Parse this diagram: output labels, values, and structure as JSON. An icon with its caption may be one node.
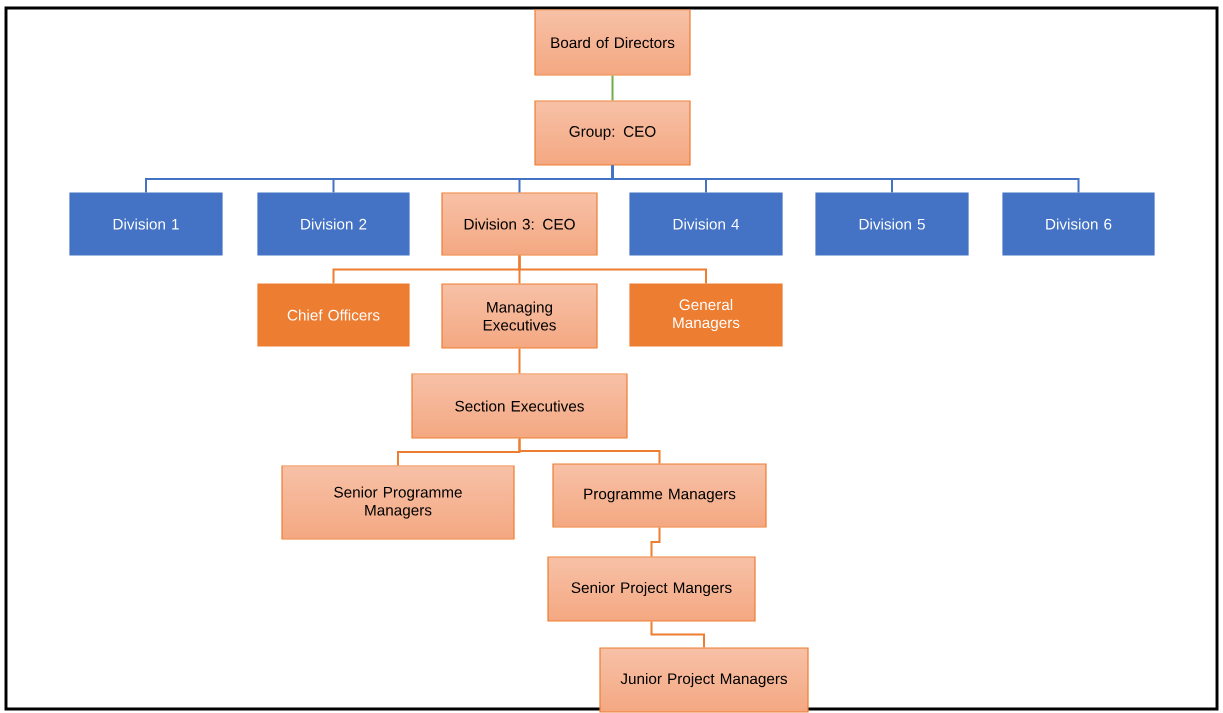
{
  "diagram": {
    "nodes": [
      {
        "text": [
          "Board of Directors"
        ]
      },
      {
        "text": [
          "Group: CEO"
        ]
      },
      {
        "text": [
          "Division 1"
        ]
      },
      {
        "text": [
          "Division 2"
        ]
      },
      {
        "text": [
          "Division 3: CEO"
        ]
      },
      {
        "text": [
          "Division 4"
        ]
      },
      {
        "text": [
          "Division 5"
        ]
      },
      {
        "text": [
          "Division 6"
        ]
      },
      {
        "text": [
          "Chief Officers"
        ]
      },
      {
        "text": [
          "Managing Executives"
        ]
      },
      {
        "text": [
          "General Managers"
        ]
      },
      {
        "text": [
          "Section Executives"
        ]
      },
      {
        "text": [
          "Senior Programme Managers"
        ]
      },
      {
        "text": [
          "Programme Managers"
        ]
      },
      {
        "text": [
          "Senior Project Mangers"
        ]
      },
      {
        "text": [
          "Junior Project Managers"
        ]
      }
    ],
    "edges": [
      {
        "from": 0,
        "to": 1,
        "arrow": "none",
        "color": "#70ad47"
      },
      {
        "from": 1,
        "to": 2,
        "arrow": "none",
        "color": "#4472c4"
      },
      {
        "from": 1,
        "to": 3,
        "arrow": "none",
        "color": "#4472c4"
      },
      {
        "from": 1,
        "to": 4,
        "arrow": "none",
        "color": "#4472c4"
      },
      {
        "from": 1,
        "to": 5,
        "arrow": "none",
        "color": "#4472c4"
      },
      {
        "from": 1,
        "to": 6,
        "arrow": "none",
        "color": "#4472c4"
      },
      {
        "from": 1,
        "to": 7,
        "arrow": "none",
        "color": "#4472c4"
      },
      {
        "from": 4,
        "to": 8,
        "arrow": "none"
      },
      {
        "from": 4,
        "to": 9,
        "arrow": "none"
      },
      {
        "from": 4,
        "to": 10,
        "arrow": "none"
      },
      {
        "from": 9,
        "to": 11,
        "arrow": "none"
      },
      {
        "from": 11,
        "to": 12,
        "arrow": "none"
      },
      {
        "from": 11,
        "to": 13,
        "arrow": "none"
      },
      {
        "from": 13,
        "to": 14,
        "arrow": "none"
      },
      {
        "from": 14,
        "to": 15,
        "arrow": "none"
      }
    ]
  }
}
